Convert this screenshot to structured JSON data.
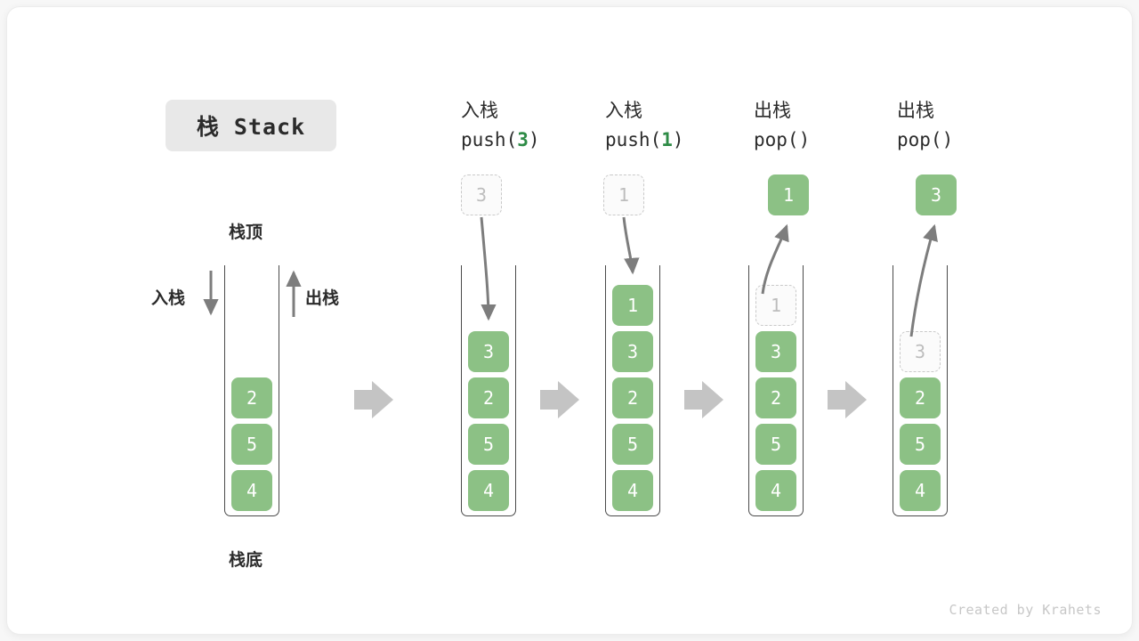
{
  "title_badge": {
    "label": "栈 Stack"
  },
  "legend": {
    "top_label": "栈顶",
    "bottom_label": "栈底",
    "push_label": "入栈",
    "pop_label": "出栈"
  },
  "footer": {
    "credit": "Created by Krahets"
  },
  "colors": {
    "element_fill": "#8cc185",
    "element_text": "#ffffff",
    "ghost_fill": "#fbfbfb",
    "ghost_border": "#c9c9c9",
    "ghost_text": "#bdbdbd",
    "frame_stroke": "#4a4a4a",
    "arrow_gray": "#7d7d7d",
    "connector_gray": "#c4c4c4",
    "badge_bg": "#e8e8e8",
    "code_number": "#2e8b46",
    "text_dark": "#2b2b2b",
    "footer_text": "#c7c7c7"
  },
  "columns": [
    {
      "id": "initial",
      "op_cn": "",
      "op_code": "",
      "op_arg": "",
      "floating": null,
      "cells": [
        "2",
        "5",
        "4"
      ],
      "ghost_index": -1
    },
    {
      "id": "push-3",
      "op_cn": "入栈",
      "op_code_prefix": "push(",
      "op_arg": "3",
      "op_code_suffix": ")",
      "floating": {
        "value": "3",
        "style": "ghost"
      },
      "cells": [
        "3",
        "2",
        "5",
        "4"
      ],
      "ghost_index": -1
    },
    {
      "id": "push-1",
      "op_cn": "入栈",
      "op_code_prefix": "push(",
      "op_arg": "1",
      "op_code_suffix": ")",
      "floating": {
        "value": "1",
        "style": "ghost"
      },
      "cells": [
        "1",
        "3",
        "2",
        "5",
        "4"
      ],
      "ghost_index": -1
    },
    {
      "id": "pop-1",
      "op_cn": "出栈",
      "op_code_prefix": "pop(",
      "op_arg": "",
      "op_code_suffix": ")",
      "floating": {
        "value": "1",
        "style": "solid"
      },
      "cells": [
        "1",
        "3",
        "2",
        "5",
        "4"
      ],
      "ghost_index": 0
    },
    {
      "id": "pop-3",
      "op_cn": "出栈",
      "op_code_prefix": "pop(",
      "op_arg": "",
      "op_code_suffix": ")",
      "floating": {
        "value": "3",
        "style": "solid"
      },
      "cells": [
        "3",
        "2",
        "5",
        "4"
      ],
      "ghost_index": 0
    }
  ]
}
